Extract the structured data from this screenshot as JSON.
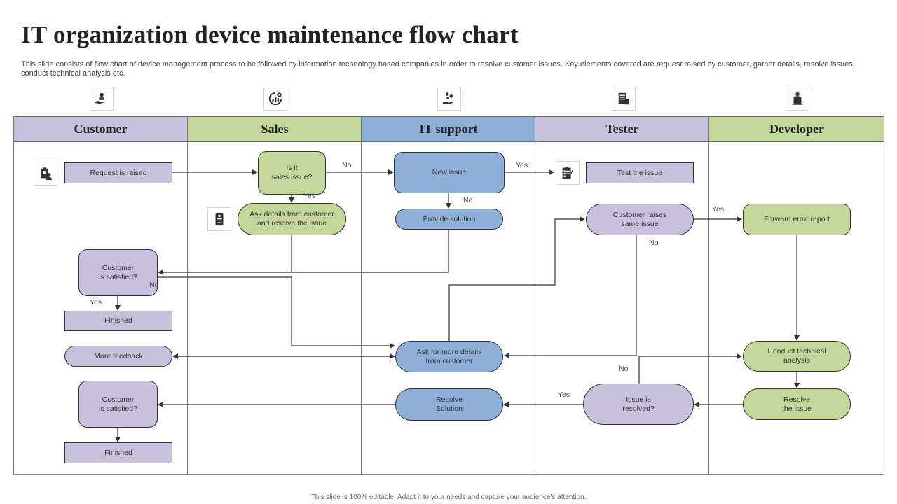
{
  "title": "IT organization device maintenance flow chart",
  "subtitle": "This slide consists of flow chart of device management process to be followed by information technology based companies in order to resolve customer issues. Key elements covered are request raised by customer, gather details, resolve issues, conduct technical analysis etc.",
  "footer": "This slide is 100% editable.  Adapt it to your needs and capture your audience's attention.",
  "colors": {
    "purple": "#c8c0dc",
    "green": "#c4d79b",
    "blue": "#8eb0d8"
  },
  "lanes": [
    {
      "label": "Customer",
      "color": "#c8c0dc",
      "icon": "hand-holding-user-icon"
    },
    {
      "label": "Sales",
      "color": "#c4d79b",
      "icon": "chart-refresh-gear-icon"
    },
    {
      "label": "IT support",
      "color": "#8eb0d8",
      "icon": "hand-holding-gears-icon"
    },
    {
      "label": "Tester",
      "color": "#c8c0dc",
      "icon": "documents-stack-icon"
    },
    {
      "label": "Developer",
      "color": "#c4d79b",
      "icon": "developer-laptop-icon"
    }
  ],
  "side_icons": {
    "request": "clipboard-user-icon",
    "ask_details": "id-card-list-icon",
    "test": "clipboard-checklist-pen-icon"
  },
  "nodes": {
    "request_raised": "Request is raised",
    "is_sales_issue": "Is it\nsales issue?",
    "ask_details": "Ask details  from customer\nand resolve the issue",
    "new_issue": "New issue",
    "provide_solution": "Provide solution",
    "test_issue": "Test the issue",
    "customer_raises": "Customer raises\nsame issue",
    "forward_error": "Forward error report",
    "customer_satisfied_1": "Customer\nis satisfied?",
    "finished_1": "Finished",
    "more_feedback": "More feedback",
    "ask_more_details": "Ask for more details\nfrom customer",
    "conduct_analysis": "Conduct technical\nanalysis",
    "customer_satisfied_2": "Customer\nis satisfied?",
    "resolve_solution": "Resolve\nSolution",
    "issue_resolved": "Issue is\nresolved?",
    "resolve_issue": "Resolve\nthe issue",
    "finished_2": "Finished"
  },
  "edge_labels": {
    "sales_no": "No",
    "sales_yes": "Yes",
    "new_yes": "Yes",
    "new_no": "No",
    "raises_yes": "Yes",
    "raises_no": "No",
    "satisfied_no": "No",
    "satisfied_yes": "Yes",
    "resolved_no": "No",
    "resolved_yes": "Yes"
  }
}
